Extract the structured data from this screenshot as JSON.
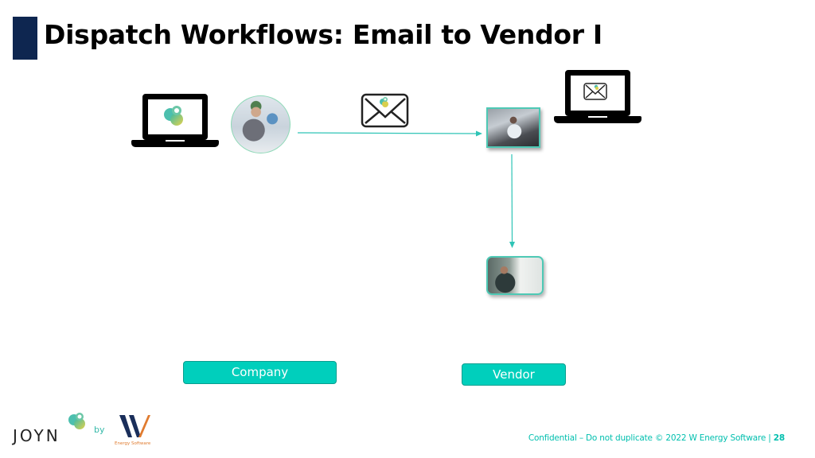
{
  "header": {
    "title": "Dispatch Workflows: Email to Vendor I",
    "accent_color": "#0e2650"
  },
  "diagram": {
    "company": {
      "label": "Company",
      "laptop_icon": "laptop-with-joyn-logo-icon",
      "photo": "dispatcher-at-monitors-photo"
    },
    "email": {
      "icon": "envelope-with-joyn-logo-icon"
    },
    "vendor": {
      "label": "Vendor",
      "laptop_icon": "laptop-with-envelope-icon",
      "dispatcher_photo": "vendor-dispatcher-with-headset-photo",
      "driver_photo": "truck-driver-photo"
    },
    "arrow_color": "#2ec4b6",
    "label_color": "#00cfbc"
  },
  "footer": {
    "brand": "JOYN",
    "by": "by",
    "partner_sub": "Energy Software",
    "confidential": "Confidential – Do not duplicate © 2022 W Energy Software |",
    "page_number": "28"
  }
}
